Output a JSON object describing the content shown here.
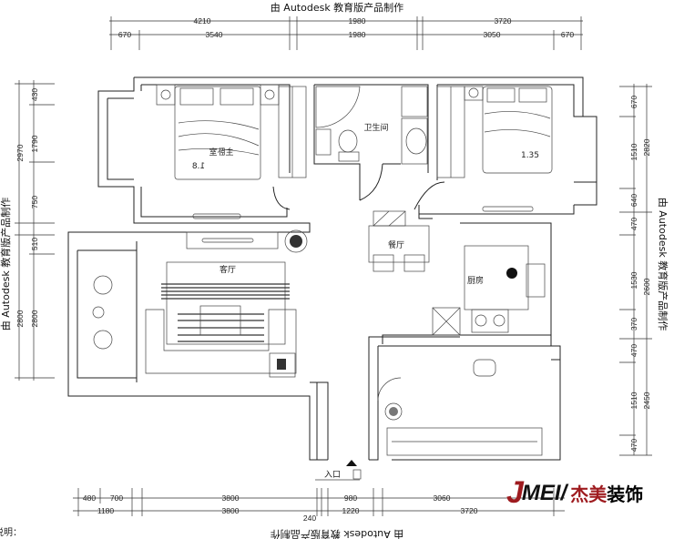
{
  "watermark": "由 Autodesk 教育版产品制作",
  "rooms": {
    "master_bedroom": "主卧室",
    "master_bed_size": "1.8",
    "bathroom": "卫生间",
    "second_bed_size": "1.35",
    "dining": "餐厅",
    "living": "客厅",
    "kitchen": "厨房",
    "entrance": "入口"
  },
  "dims_top": {
    "row1": [
      "4210",
      "1980",
      "3720"
    ],
    "row2": [
      "670",
      "3540",
      "1980",
      "3050",
      "670"
    ]
  },
  "dims_left": {
    "outer": [
      "2970",
      "2800"
    ],
    "inner": [
      "430",
      "1790",
      "750",
      "510",
      "2800"
    ]
  },
  "dims_right": {
    "inner": [
      "670",
      "1510",
      "640",
      "470",
      "1530",
      "370",
      "470",
      "1510",
      "470"
    ],
    "outer": [
      "2820",
      "2600",
      "2450"
    ]
  },
  "dims_bottom": {
    "row1": [
      "480",
      "700",
      "3800",
      "980",
      "3060"
    ],
    "row2": [
      "1180",
      "3800",
      "240",
      "1220",
      "3720"
    ]
  },
  "logo": {
    "latin": "JMEI",
    "chinese_red": "杰美",
    "chinese_black": "装饰"
  },
  "note_label": "说明："
}
